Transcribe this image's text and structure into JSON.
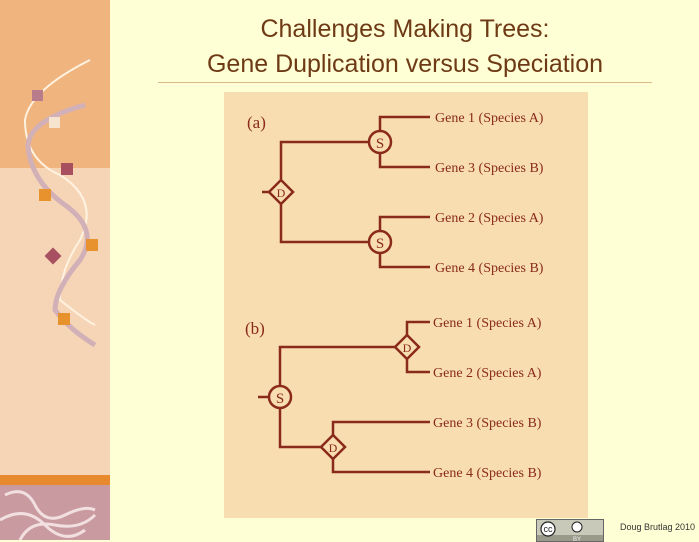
{
  "title": {
    "line1": "Challenges Making Trees:",
    "line2": "Gene Duplication versus Speciation"
  },
  "diagram": {
    "panel_a": {
      "label": "(a)",
      "root": "D",
      "inner": [
        "S",
        "S"
      ],
      "leaves": [
        "Gene 1 (Species A)",
        "Gene 3 (Species B)",
        "Gene 2 (Species A)",
        "Gene 4 (Species B)"
      ]
    },
    "panel_b": {
      "label": "(b)",
      "root": "S",
      "inner": [
        "D",
        "D"
      ],
      "leaves": [
        "Gene 1 (Species A)",
        "Gene 2 (Species A)",
        "Gene 3 (Species B)",
        "Gene 4 (Species B)"
      ]
    },
    "colors": {
      "line": "#8a2a1a",
      "panel": "#f7ddb0"
    }
  },
  "footer": {
    "credit": "Doug Brutlag 2010",
    "license_cc": "cc",
    "license_by": "BY"
  }
}
